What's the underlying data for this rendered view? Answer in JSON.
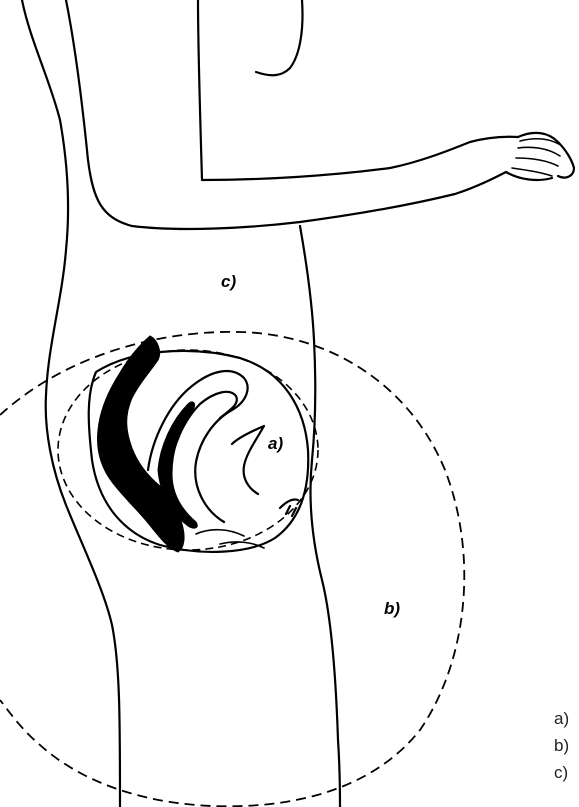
{
  "figure": {
    "zone_labels": {
      "a": "a)",
      "b": "b)",
      "c": "c)"
    },
    "legend_items": [
      "a)",
      "b)",
      "c)"
    ]
  }
}
